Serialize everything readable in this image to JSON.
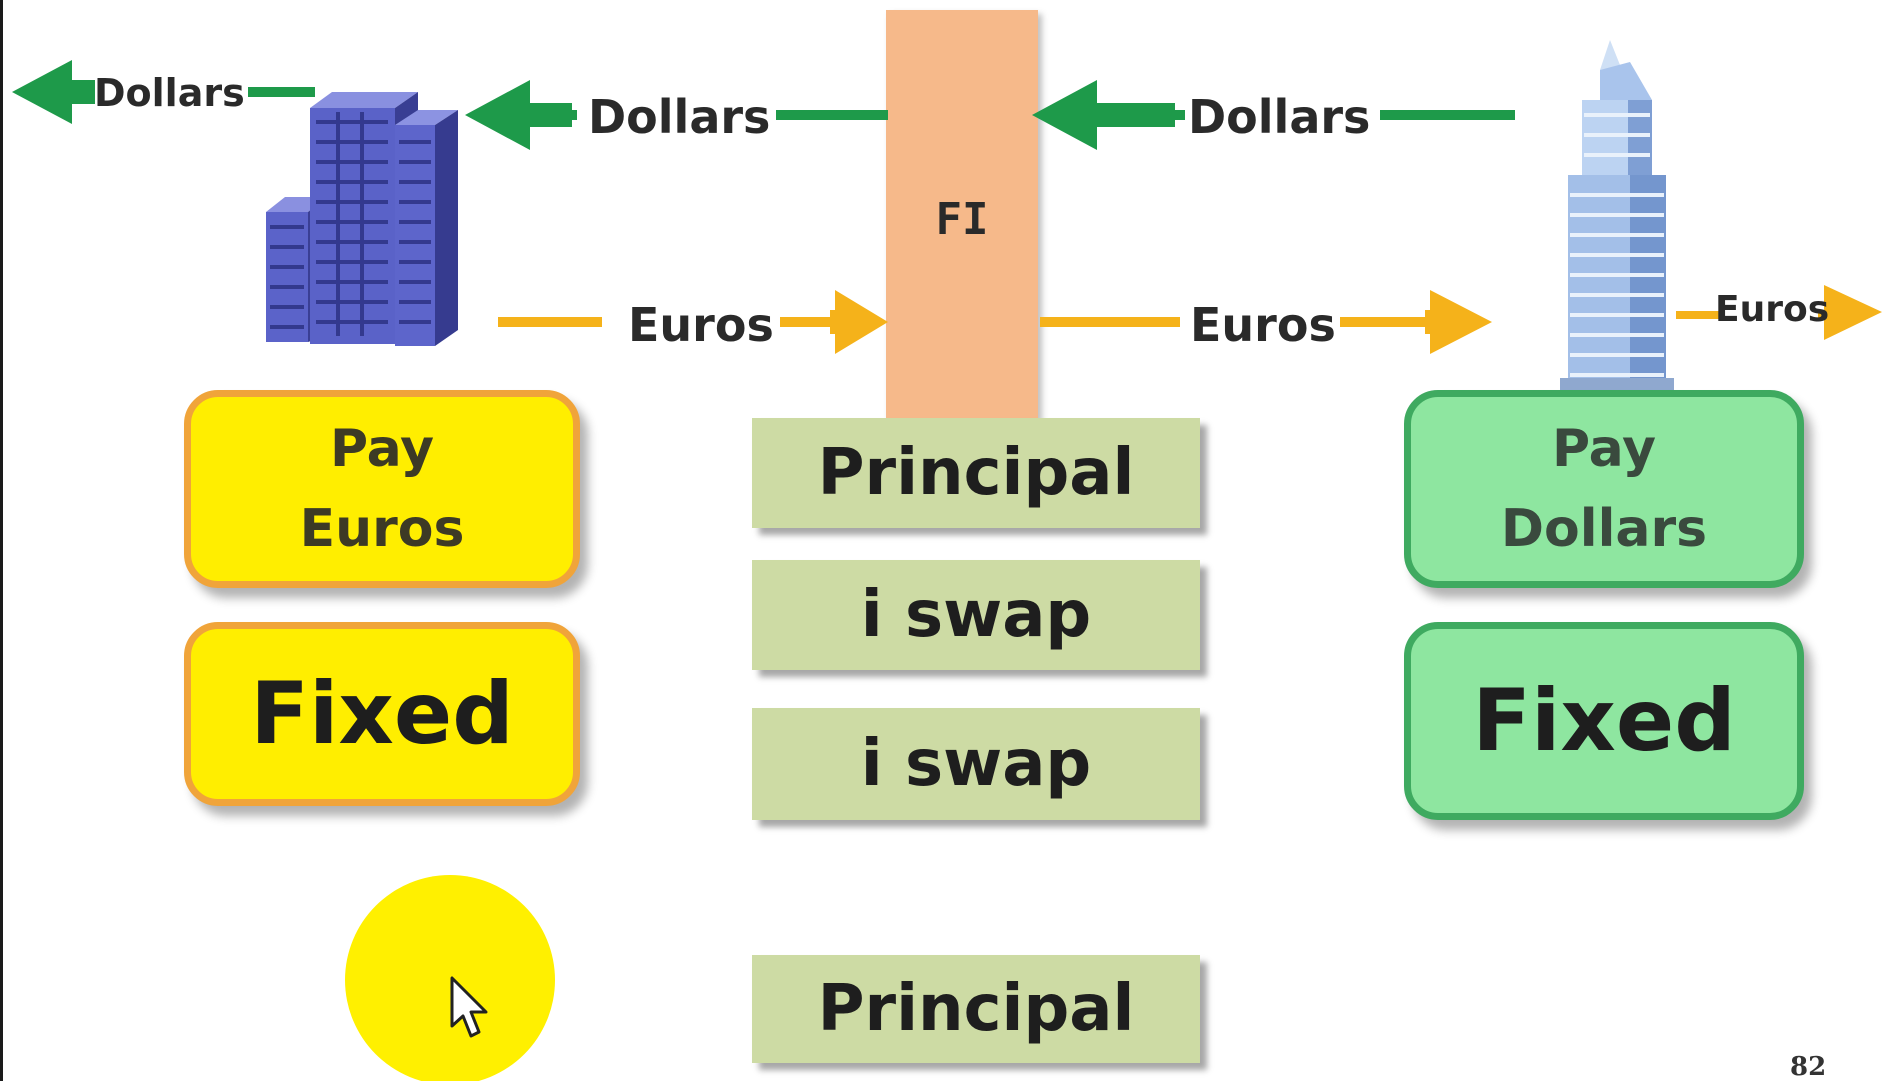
{
  "top_flow": {
    "far_left": "Dollars",
    "left": "Dollars",
    "right": "Dollars"
  },
  "euro_flow": {
    "left": "Euros",
    "right": "Euros",
    "far_right": "Euros"
  },
  "fi_label": "FI",
  "left_party": {
    "line1": "Pay",
    "line2": "Euros",
    "rate": "Fixed"
  },
  "right_party": {
    "line1": "Pay",
    "line2": "Dollars",
    "rate": "Fixed"
  },
  "stack": [
    "Principal",
    "i swap",
    "i swap",
    "Principal"
  ],
  "page_number": "82",
  "colors": {
    "dollar_arrow": "#1e9a4a",
    "euro_arrow": "#f5b21a",
    "fi_bar": "#f6b98a",
    "left_box_fill": "#ffee00",
    "left_box_border": "#f0a43a",
    "right_box_fill": "#8ee6a0",
    "right_box_border": "#3faa60",
    "stack_box": "#cddba4"
  },
  "icons": [
    "office-buildings-icon",
    "skyscraper-icon",
    "mouse-cursor-icon"
  ]
}
